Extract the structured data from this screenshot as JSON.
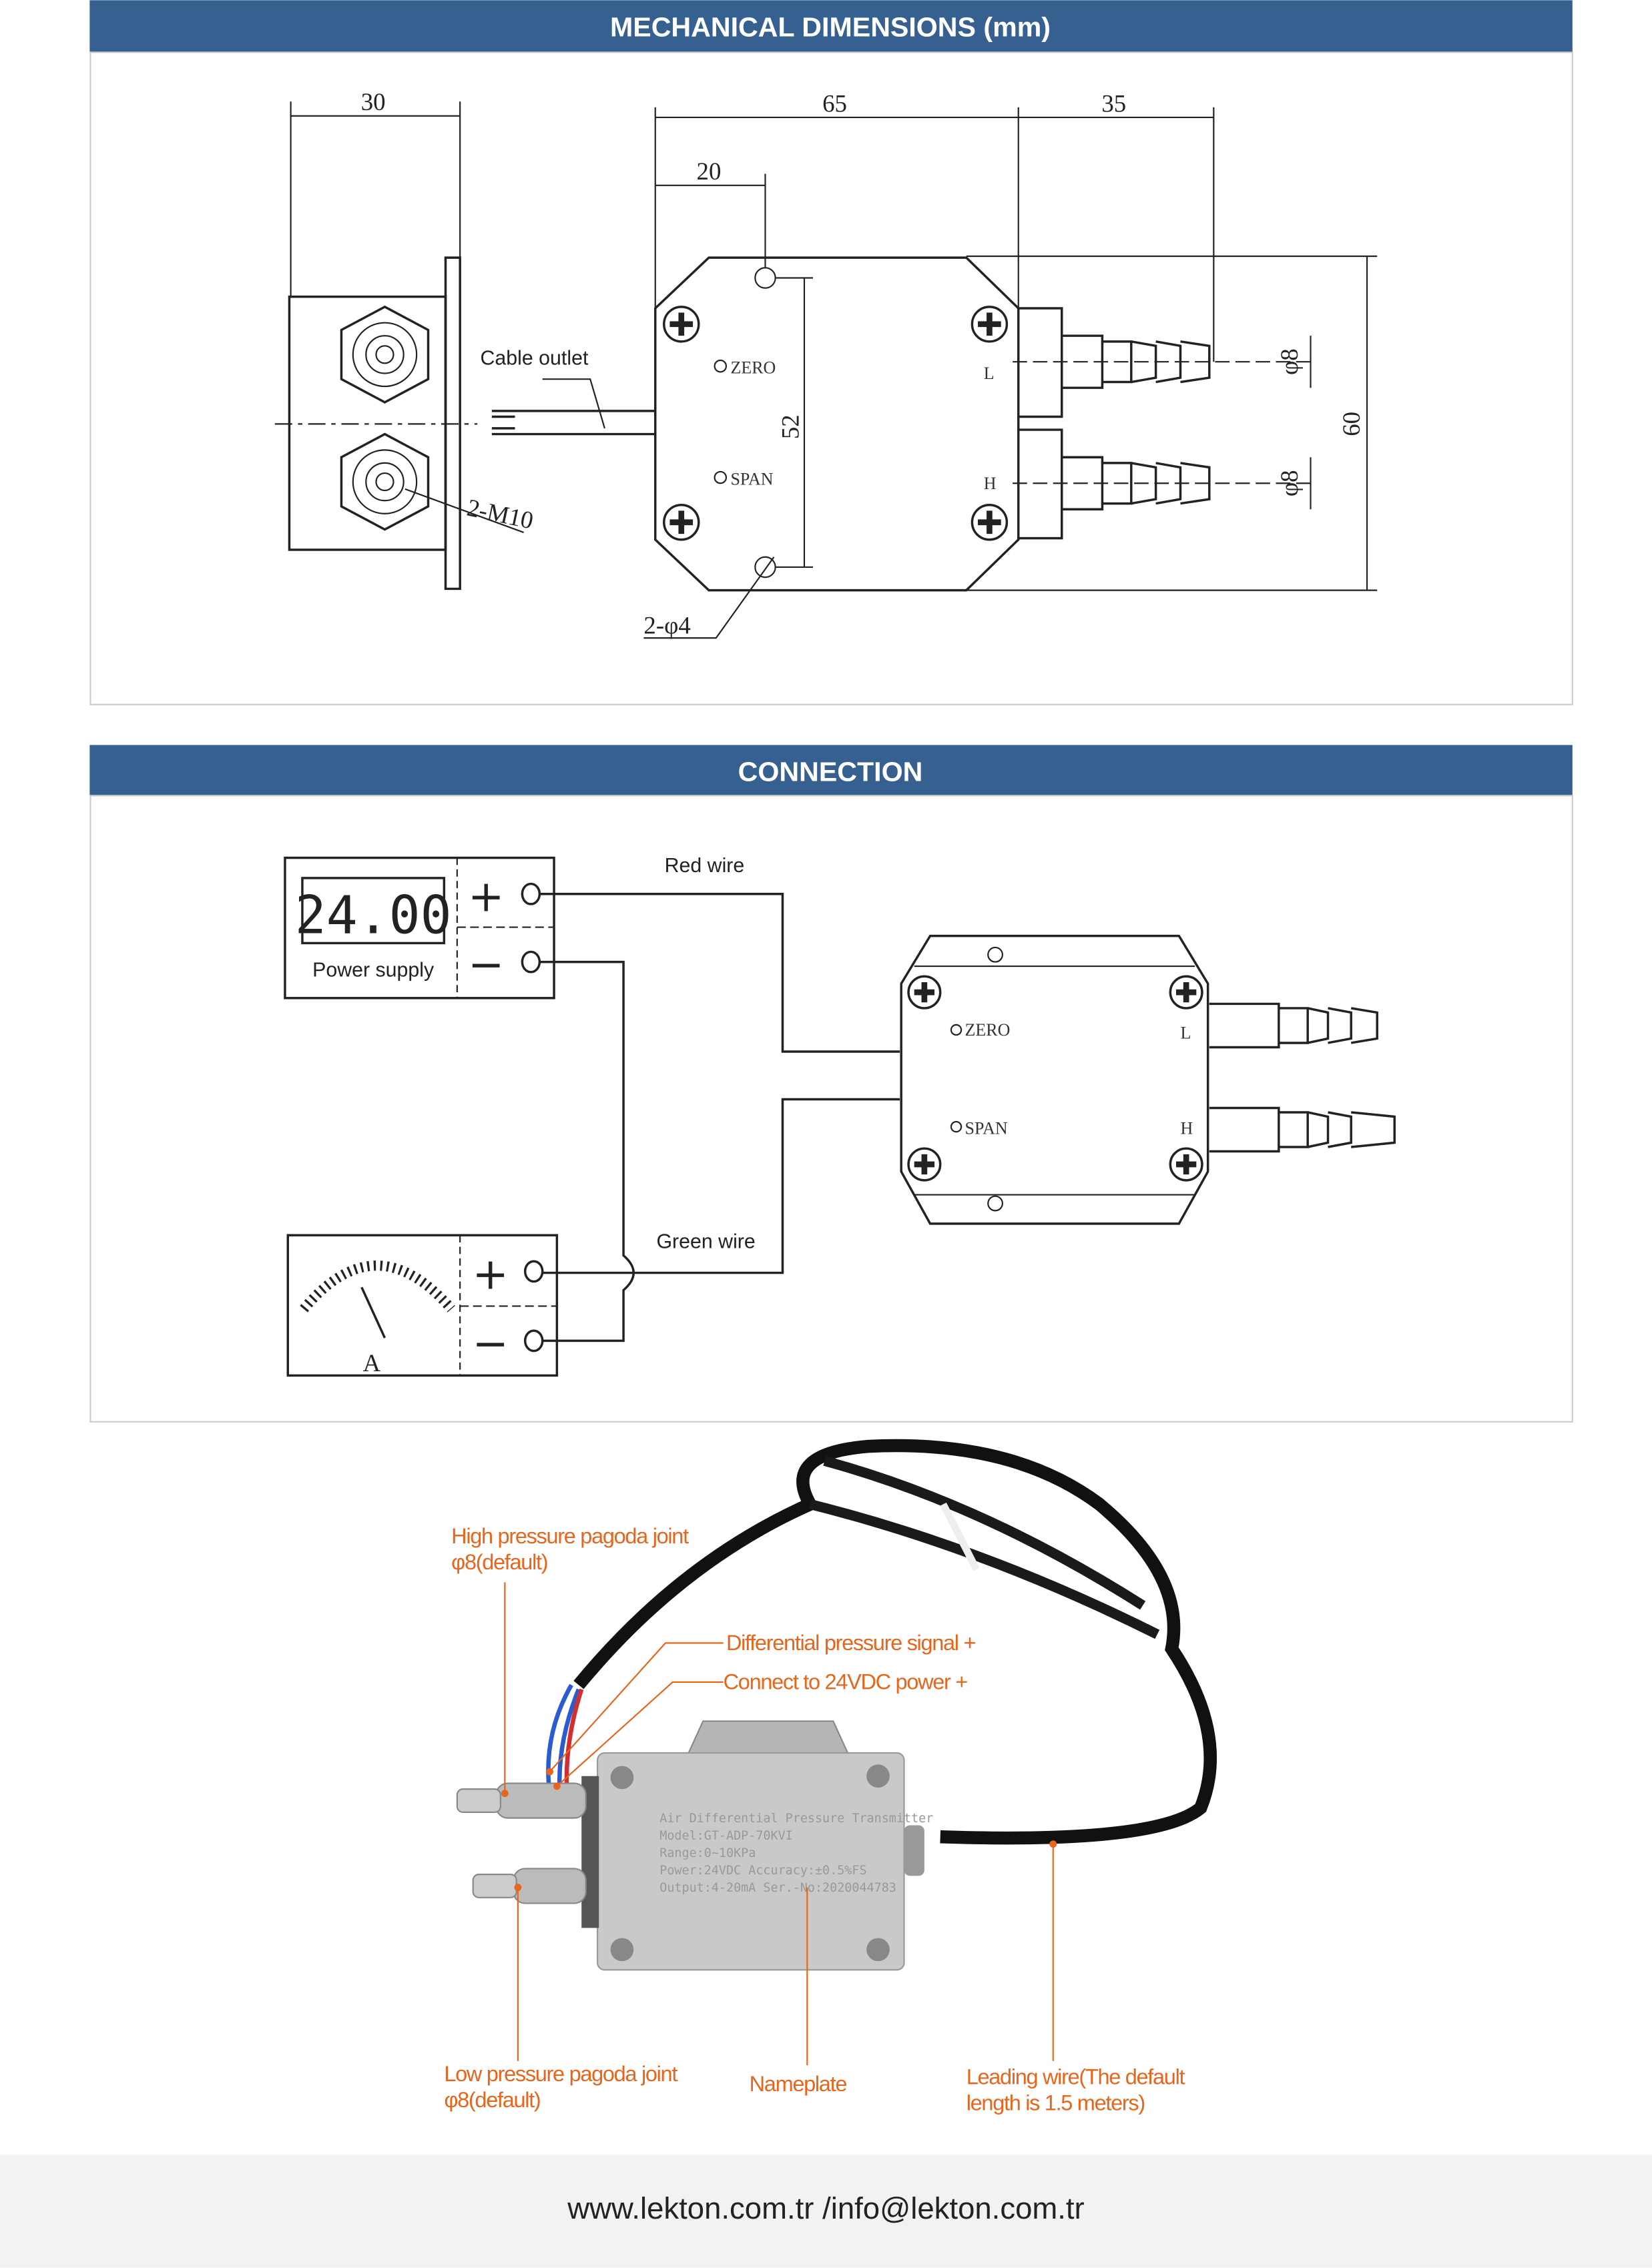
{
  "sections": {
    "dimensions": {
      "title": "MECHANICAL DIMENSIONS (mm)",
      "dims": {
        "d30": "30",
        "d65": "65",
        "d35": "35",
        "d20": "20",
        "d52": "52",
        "d60": "60",
        "phi8a": "φ8",
        "phi8b": "φ8",
        "m10": "2-M10",
        "phi4": "2-φ4"
      },
      "labels": {
        "cable_outlet": "Cable outlet",
        "zero": "ZERO",
        "span": "SPAN",
        "low": "L",
        "high": "H"
      }
    },
    "connection": {
      "title": "CONNECTION",
      "display_value": "24.00",
      "power_supply": "Power supply",
      "red_wire": "Red wire",
      "green_wire": "Green wire",
      "ammeter_unit": "A",
      "plus": "+",
      "minus": "−",
      "zero": "ZERO",
      "span": "SPAN",
      "low": "L",
      "high": "H"
    },
    "photo": {
      "callouts": {
        "high_pressure": [
          "High pressure pagoda joint",
          "φ8(default)"
        ],
        "signal": "Differential pressure signal +",
        "power": "Connect to 24VDC power +",
        "low_pressure": [
          "Low pressure pagoda joint",
          "φ8(default)"
        ],
        "nameplate": "Nameplate",
        "leading_wire": [
          "Leading wire(The default",
          "length is 1.5 meters)"
        ]
      },
      "nameplate_lines": [
        "Air Differential Pressure Transmitter",
        "Model:GT-ADP-70KVI",
        "Range:0~10KPa",
        "Power:24VDC   Accuracy:±0.5%FS",
        "Output:4-20mA Ser.-No:2020044783"
      ]
    }
  },
  "footer": {
    "contact": "www.lekton.com.tr /info@lekton.com.tr"
  },
  "colors": {
    "header": "#36608f",
    "callout": "#e8651c",
    "footer_bg": "#f2f2f2"
  }
}
